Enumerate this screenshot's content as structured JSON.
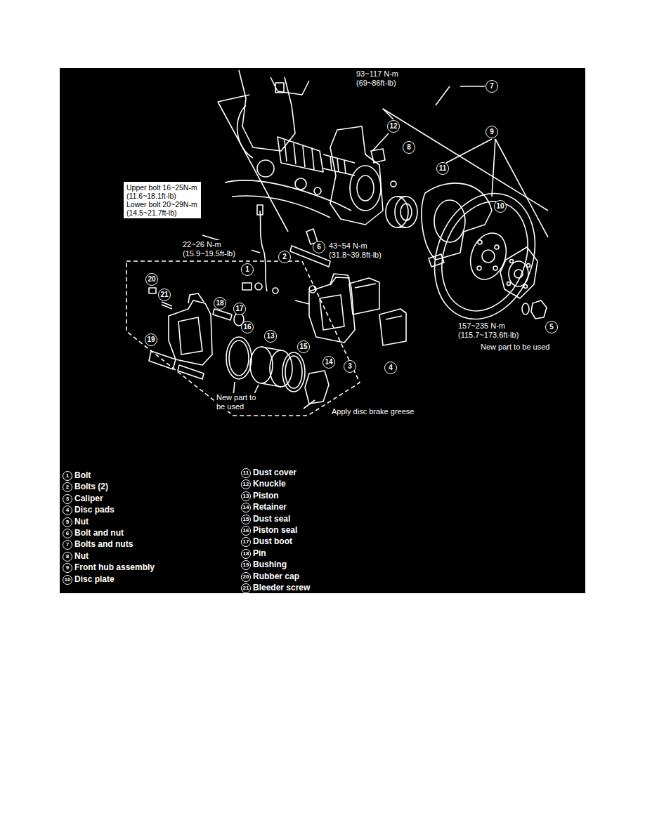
{
  "diagram": {
    "nodes": [
      {
        "text": [
          "Upper bolt 16~25N-m (11.6~18.1ft-lb)",
          "Lower bolt 20~29N-m (14.5~21.7ft-lb)"
        ]
      }
    ],
    "labels": [
      "93~117 N-m (69~86ft-lb)",
      "7",
      "12",
      "8",
      "9",
      "11",
      "10",
      "6",
      "43~54 N-m (31.8~39.8ft-lb)",
      "22~26 N-m (15.9~19.5ft-lb)",
      "1",
      "2",
      "20",
      "21",
      "18",
      "17",
      "16",
      "13",
      "15",
      "14",
      "3",
      "4",
      "19",
      "5",
      "157~235 N-m (115.7~173.6ft-lb)",
      "New part to be used",
      "New part to be used",
      "Apply disc brake greese",
      "1",
      "Bolt",
      "2",
      "Bolts (2)",
      "3",
      "Caliper",
      "4",
      "Disc pads",
      "5",
      "Nut",
      "6",
      "Bolt and nut",
      "7",
      "Bolts and nuts",
      "8",
      "Nut",
      "9",
      "Front hub assembly",
      "10",
      "Disc plate",
      "11",
      "Dust cover",
      "12",
      "Knuckle",
      "13",
      "Piston",
      "14",
      "Retainer",
      "15",
      "Dust seal",
      "16",
      "Piston seal",
      "17",
      "Dust boot",
      "18",
      "Pin",
      "19",
      "Bushing",
      "20",
      "Rubber cap",
      "21",
      "Bleeder screw"
    ]
  }
}
